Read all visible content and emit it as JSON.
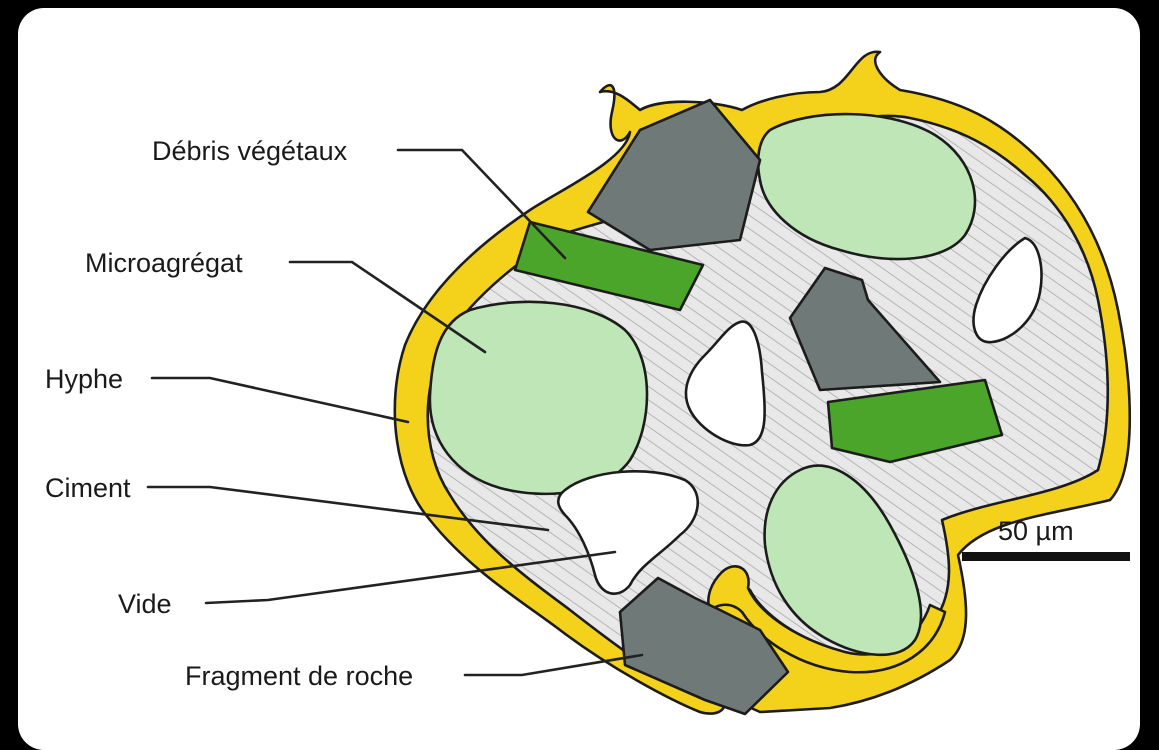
{
  "labels": {
    "debris": "Débris végétaux",
    "microagregat": "Microagrégat",
    "hyphe": "Hyphe",
    "ciment": "Ciment",
    "vide": "Vide",
    "fragment": "Fragment de roche"
  },
  "scale_bar": {
    "label": "50 µm"
  },
  "colors": {
    "hyphe": "#f4d21c",
    "ciment_bg": "#e6e6e6",
    "ciment_hatch": "#a9a9a9",
    "microagregat": "#bfe6b6",
    "debris_vegetaux": "#4aa52a",
    "fragment_roche": "#6f7a78",
    "vide": "#ffffff"
  }
}
